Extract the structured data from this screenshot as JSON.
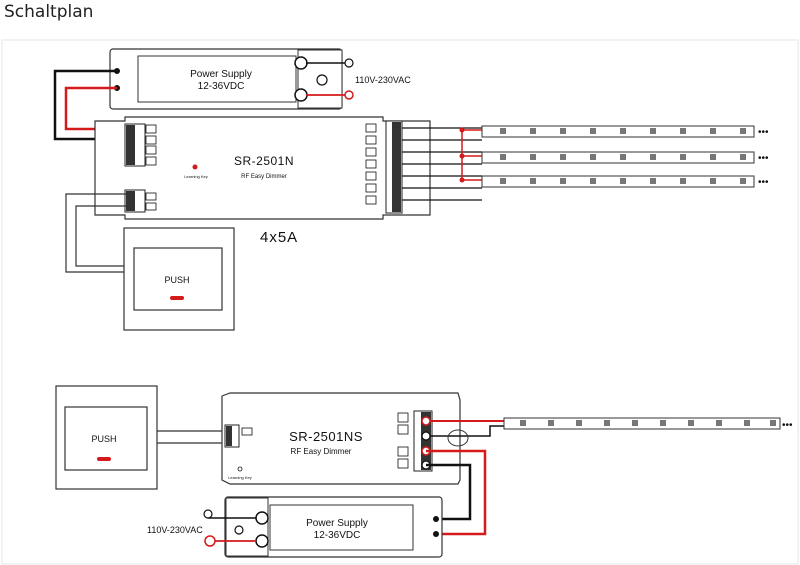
{
  "page": {
    "title": "Schaltplan"
  },
  "top_section": {
    "power_supply": {
      "line1": "Power Supply",
      "line2": "12-36VDC",
      "mains_label": "110V-230VAC"
    },
    "controller": {
      "model": "SR-2501N",
      "subtitle": "RF Easy Dimmer",
      "learning_key": "Learning Key"
    },
    "rating": "4x5A",
    "push_button": "PUSH",
    "strip_ellipsis": "•••"
  },
  "bottom_section": {
    "push_button": "PUSH",
    "controller": {
      "model": "SR-2501NS",
      "subtitle": "RF Easy Dimmer",
      "learning_key": "Learning Key"
    },
    "power_supply": {
      "line1": "Power Supply",
      "line2": "12-36VDC",
      "mains_label": "110V-230VAC"
    },
    "strip_ellipsis": "•••"
  },
  "colors": {
    "wire_red": "#d41a1a",
    "wire_black": "#111111",
    "line": "#333333",
    "background": "#ffffff"
  }
}
